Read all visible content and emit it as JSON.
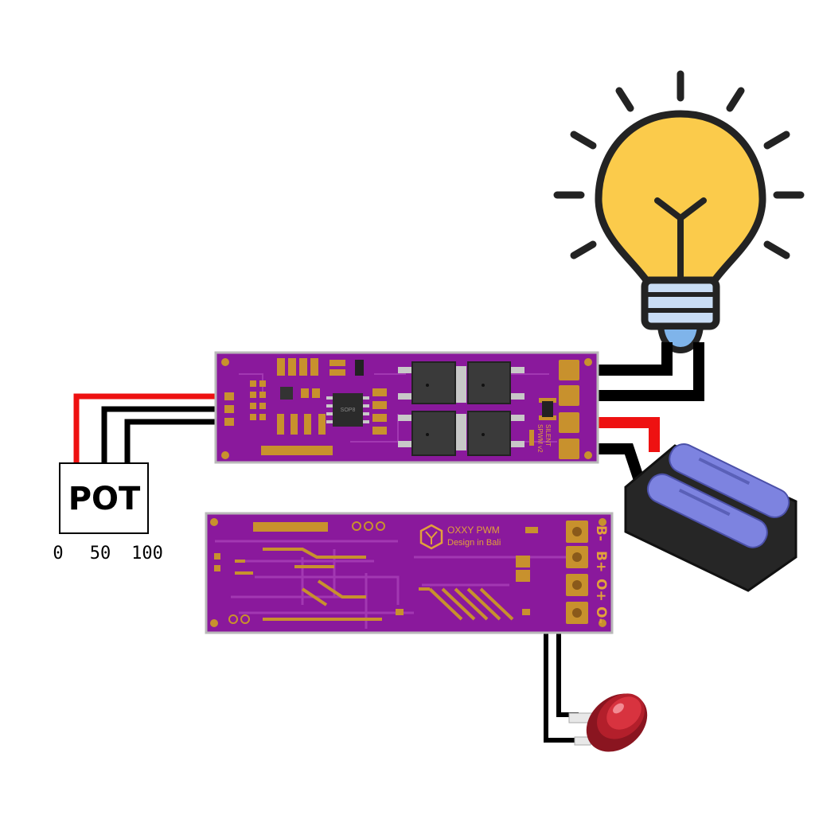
{
  "potentiometer": {
    "label": "POT",
    "scale": [
      "0",
      "50",
      "100"
    ]
  },
  "board_top": {
    "chip_label": "SOP8",
    "model_text": "SPWM v2",
    "mode_text": "SILENT"
  },
  "board_bottom": {
    "brand": "OXXY PWM",
    "tagline": "Design in Bali",
    "pads": [
      "B-",
      "B+",
      "O+",
      "O-"
    ]
  },
  "colors": {
    "pcb": "#8a199c",
    "pcb_edge": "#6c1078",
    "gold": "#c8912d",
    "silk": "#e2a13a",
    "wire_red": "#ee1111",
    "wire_black": "#000000",
    "bulb_glass": "#fbcb4b",
    "bulb_base": "#c9ddf5",
    "battery_cell": "#7d83e0",
    "button_red": "#b31f2b"
  },
  "icons": [
    "light-bulb-icon",
    "battery-holder-icon",
    "push-button-icon",
    "potentiometer-icon"
  ]
}
